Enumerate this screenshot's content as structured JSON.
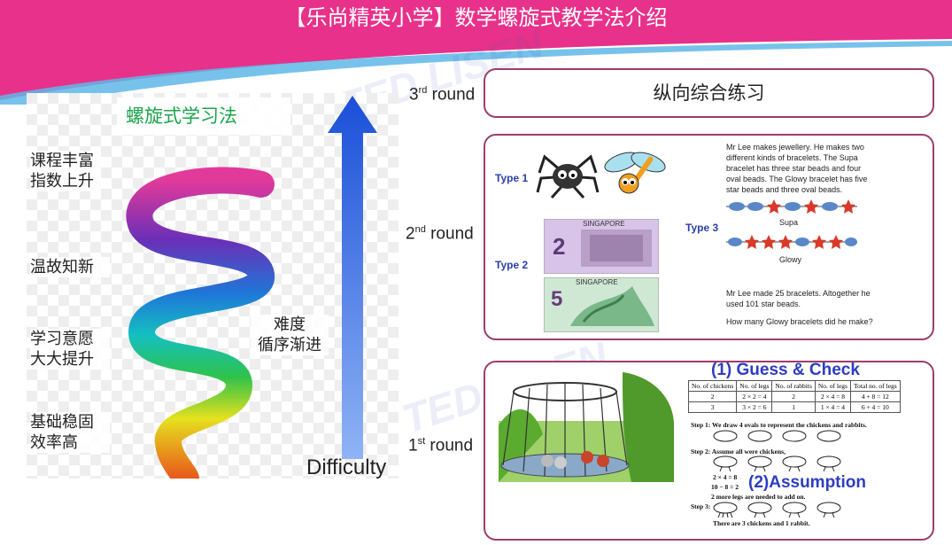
{
  "title": "【乐尚精英小学】数学螺旋式教学法介绍",
  "spiral": {
    "heading": "螺旋式学习法",
    "labels": [
      "课程丰富\n指数上升",
      "温故知新",
      "学习意愿\n大大提升",
      "基础稳固\n效率高"
    ],
    "difficulty_label": "难度\n循序渐进",
    "axis_word": "Difficulty"
  },
  "rounds": [
    {
      "num": "3",
      "suffix": "rd",
      "word": "round"
    },
    {
      "num": "2",
      "suffix": "nd",
      "word": "round"
    },
    {
      "num": "1",
      "suffix": "st",
      "word": "round"
    }
  ],
  "round3": {
    "text": "纵向综合练习"
  },
  "round2": {
    "type1": "Type 1",
    "type2": "Type 2",
    "type3": "Type 3",
    "note_text": "SINGAPORE",
    "problem1": "Mr Lee makes jewellery. He makes two different kinds of bracelets. The Supa bracelet has three star beads and four oval beads. The Glowy bracelet has five star beads and three oval beads.",
    "supa": "Supa",
    "glowy": "Glowy",
    "problem2": "Mr Lee made 25 bracelets. Altogether he used 101 star beads.",
    "question": "How many Glowy bracelets did he make?"
  },
  "round1": {
    "guess_check": "(1) Guess & Check",
    "assumption": "(2)Assumption",
    "table_headers": [
      "No. of chickens",
      "No. of legs",
      "No. of rabbits",
      "No. of legs",
      "Total no. of legs"
    ],
    "table_rows": [
      [
        "2",
        "2 × 2 = 4",
        "2",
        "2 × 4 = 8",
        "4 + 8 = 12"
      ],
      [
        "3",
        "3 × 2 = 6",
        "1",
        "1 × 4 = 4",
        "6 + 4 = 10"
      ]
    ],
    "step1": "Step 1: We draw 4 ovals to represent the chickens and rabbits.",
    "step2": "Step 2: Assume all were chickens,",
    "calc1": "2 × 4 = 8",
    "calc2": "10 − 8 = 2",
    "calc3": "2 more legs are needed to add on.",
    "step3": "Step 3:",
    "final": "There are 3 chickens and 1 rabbit."
  },
  "colors": {
    "title_bg": "#e8318a",
    "box_border": "#9b3e6b",
    "heading_green": "#1aa64a",
    "arrow_blue": "#1a4fd8"
  }
}
